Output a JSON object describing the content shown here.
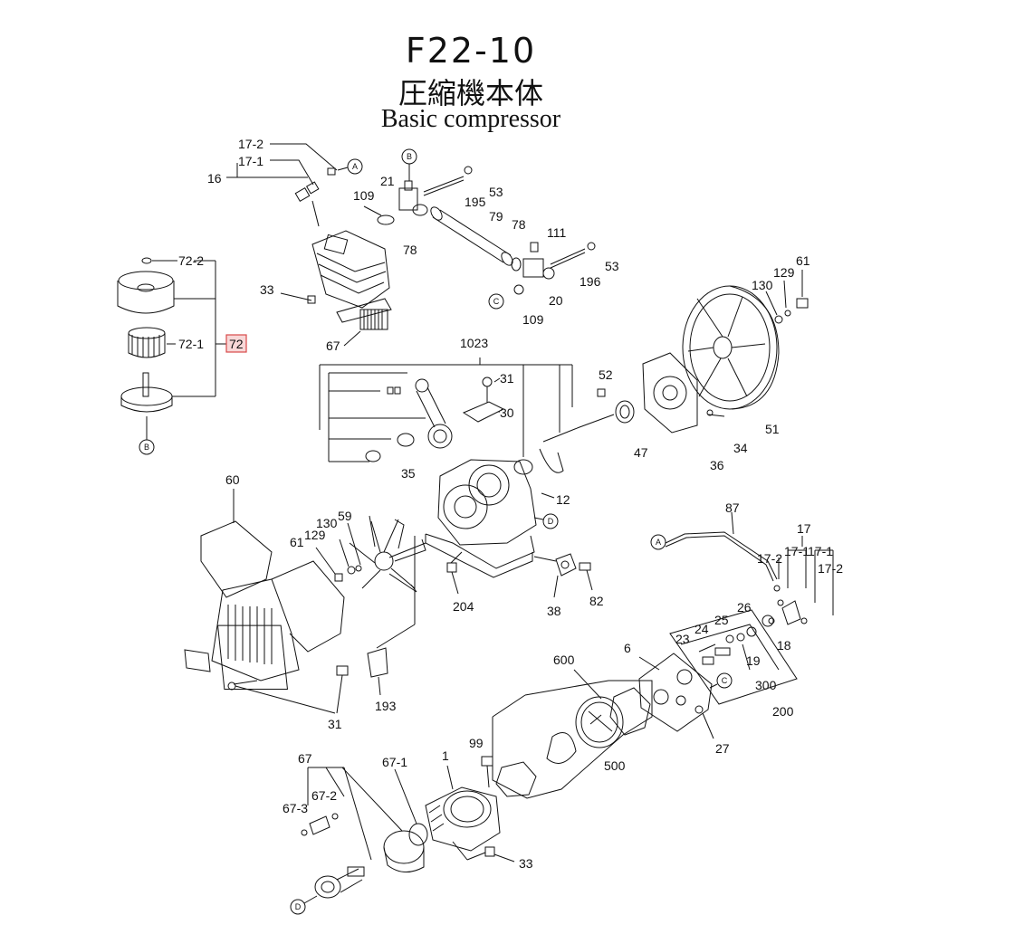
{
  "title": {
    "code": "F22-10",
    "japanese": "圧縮機本体",
    "english": "Basic compressor"
  },
  "selected_part": "72",
  "accent_color": "#d84a4a",
  "ref_markers": {
    "A": "A",
    "B": "B",
    "C": "C",
    "D": "D"
  },
  "callouts": {
    "p17_2a": "17-2",
    "p17_1a": "17-1",
    "p16": "16",
    "p109a": "109",
    "p21": "21",
    "p195": "195",
    "p53a": "53",
    "p79": "79",
    "p78a": "78",
    "p78b": "78",
    "p111": "111",
    "p53b": "53",
    "p196": "196",
    "p20": "20",
    "p109b": "109",
    "p33a": "33",
    "p67a": "67",
    "p72_2": "72-2",
    "p72_1": "72-1",
    "p72": "72",
    "p1023": "1023",
    "p31a": "31",
    "p30": "30",
    "p52": "52",
    "p47": "47",
    "p35": "35",
    "p12": "12",
    "p130a": "130",
    "p129a": "129",
    "p61a": "61",
    "p36": "36",
    "p34": "34",
    "p51": "51",
    "p60": "60",
    "p59": "59",
    "p130b": "130",
    "p129b": "129",
    "p61b": "61",
    "p204": "204",
    "p38": "38",
    "p82": "82",
    "p87": "87",
    "p17": "17",
    "p17_2b": "17-2",
    "p17_1b": "17-1",
    "p17_1c": "17-1",
    "p17_2c": "17-2",
    "p26": "26",
    "p24": "24",
    "p25": "25",
    "p23": "23",
    "p18": "18",
    "p19": "19",
    "p300": "300",
    "p200": "200",
    "p6": "6",
    "p600": "600",
    "p193": "193",
    "p31b": "31",
    "p27": "27",
    "p500": "500",
    "p67b": "67",
    "p99": "99",
    "p1": "1",
    "p67_1": "67-1",
    "p67_2": "67-2",
    "p67_3": "67-3",
    "p33b": "33"
  }
}
